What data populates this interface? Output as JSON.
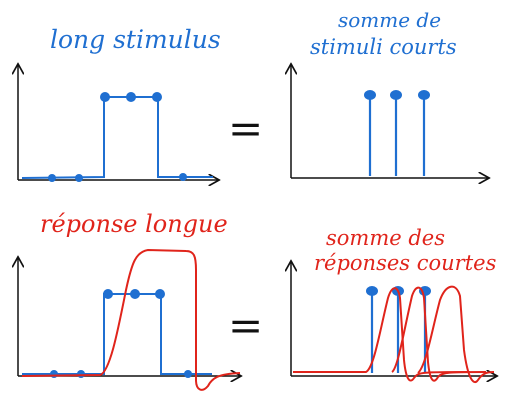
{
  "labels": {
    "top_left": "long stimulus",
    "top_right_line1": "somme de",
    "top_right_line2": "stimuli courts",
    "bottom_left": "réponse longue",
    "bottom_right_line1": "somme des",
    "bottom_right_line2": "réponses courtes"
  },
  "operators": {
    "equals_top": "=",
    "equals_bottom": "="
  },
  "colors": {
    "stimulus": "#1f6fd1",
    "response": "#e0241b",
    "axis": "#111111",
    "background": "#ffffff"
  }
}
